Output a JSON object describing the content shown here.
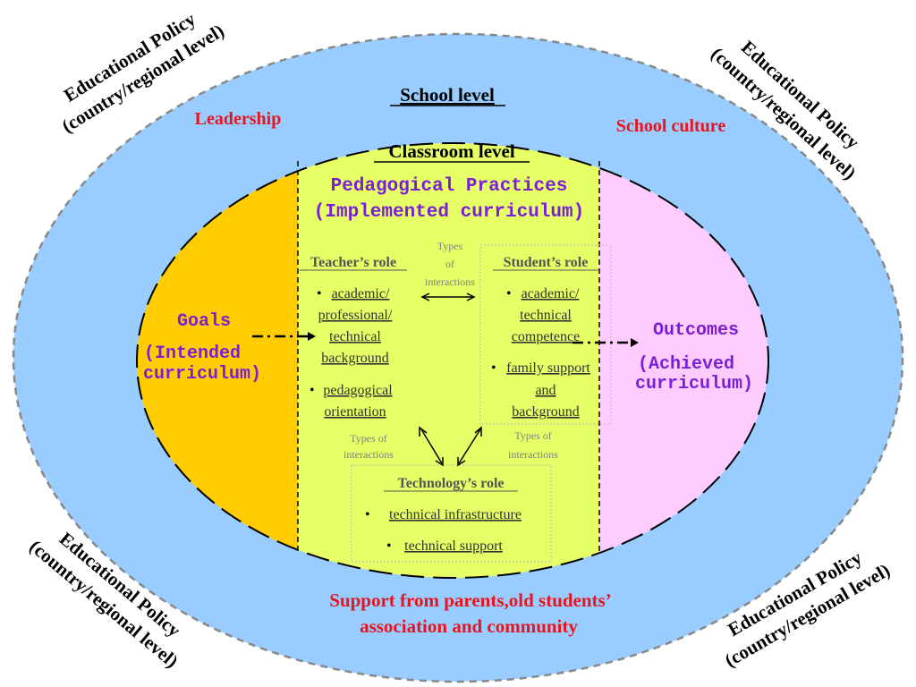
{
  "corner_labels": {
    "line1": "Educational Policy",
    "line2": "(country/regional level)"
  },
  "school": {
    "title": "School level",
    "leadership": "Leadership",
    "culture": "School culture",
    "support_line1": "Support from parents,old students’",
    "support_line2": "association and community"
  },
  "classroom": {
    "title": "Classroom level",
    "practices_line1": "Pedagogical Practices",
    "practices_line2": "(Implemented curriculum)"
  },
  "goals": {
    "title": "Goals",
    "sub_line1": "(Intended",
    "sub_line2": "curriculum)"
  },
  "outcomes": {
    "title": "Outcomes",
    "sub_line1": "(Achieved",
    "sub_line2": "curriculum)"
  },
  "teacher": {
    "title": "Teacher’s role",
    "items": [
      "academic/",
      "professional/",
      "technical",
      "background",
      "pedagogical",
      "orientation"
    ]
  },
  "student": {
    "title": "Student’s role",
    "items": [
      "academic/",
      "technical",
      "competence",
      "family support",
      "and",
      "background"
    ]
  },
  "technology": {
    "title": "Technology’s role",
    "items": [
      "technical infrastructure",
      "technical support"
    ]
  },
  "interactions": {
    "top": [
      "Types",
      "of",
      "interactions"
    ],
    "left": [
      "Types of",
      "interactions"
    ],
    "right": [
      "Types of",
      "interactions"
    ]
  },
  "bullet": "•",
  "colors": {
    "outer_fill": "#99ccff",
    "goals_fill": "#ffcc00",
    "classroom_fill": "#e6ff66",
    "outcomes_fill": "#ffccff",
    "red_text": "#e8141e",
    "purple_text": "#7a1fd6",
    "gray_text": "#808080"
  }
}
